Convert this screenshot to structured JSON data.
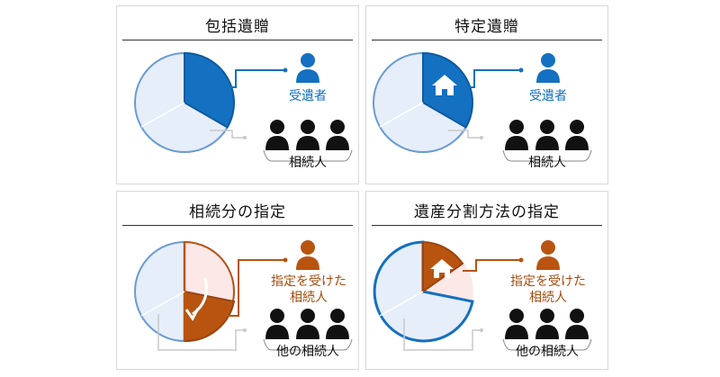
{
  "colors": {
    "blue": "#1470c0",
    "orange": "#b85410",
    "pie_fill": "#e6eefa",
    "pie_pink": "#fde8e8",
    "black": "#111111",
    "gray": "#c8c8c8"
  },
  "panels": [
    {
      "title": "包括遺贈",
      "receiver_lines": [
        "受遺者"
      ],
      "heirs_label": "相続人"
    },
    {
      "title": "特定遺贈",
      "receiver_lines": [
        "受遺者"
      ],
      "heirs_label": "相続人"
    },
    {
      "title": "相続分の指定",
      "receiver_lines": [
        "指定を受けた",
        "相続人"
      ],
      "heirs_label": "他の相続人"
    },
    {
      "title": "遺産分割方法の指定",
      "receiver_lines": [
        "指定を受けた",
        "相続人"
      ],
      "heirs_label": "他の相続人"
    }
  ],
  "icons": [
    "person-icon",
    "house-icon",
    "curved-arrow-icon"
  ]
}
